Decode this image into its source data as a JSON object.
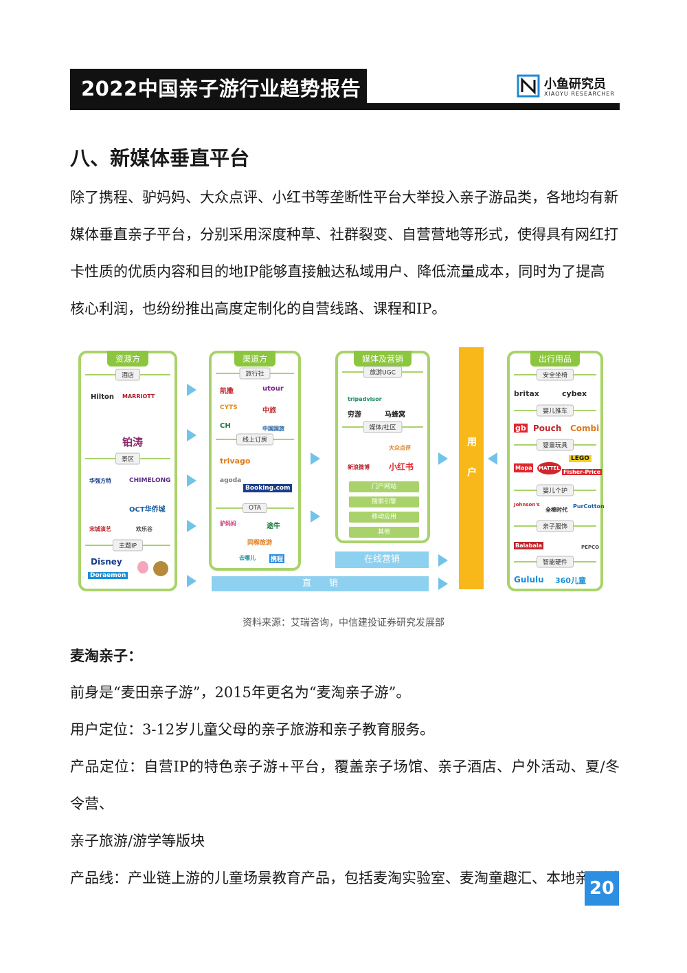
{
  "header": {
    "title": "2022中国亲子游行业趋势报告",
    "brand_name": "小鱼研究员",
    "brand_sub": "XIAOYU RESEARCHER"
  },
  "section_title": "八、新媒体垂直平台",
  "intro_lines": [
    "除了携程、驴妈妈、大众点评、小红书等垄断性平台大举投入亲子游品类，各地均有新",
    "媒体垂直亲子平台，分别采用深度种草、社群裂变、自营营地等形式，使得具有网红打",
    "卡性质的优质内容和目的地IP能够直接触达私域用户、降低流量成本，同时为了提高",
    "核心利润，也纷纷推出高度定制化的自营线路、课程和IP。"
  ],
  "diagram": {
    "resources": {
      "head": "资源方",
      "hotel": "酒店",
      "hotel_logos": [
        "Hilton",
        "MARRIOTT",
        "铂涛"
      ],
      "scenic": "景区",
      "scenic_logos": [
        "华强方特",
        "CHIMELONG",
        "OCT华侨城",
        "宋城演艺",
        "欢乐谷"
      ],
      "ip": "主题IP",
      "ip_logos": [
        "Disney",
        "Doraemon"
      ]
    },
    "channels": {
      "head": "渠道方",
      "agency": "旅行社",
      "agency_logos": [
        "凯撒",
        "utour",
        "CYTS",
        "中旅",
        "CH",
        "中国国旅"
      ],
      "online": "线上订房",
      "online_logos": [
        "trivago",
        "agoda",
        "Booking.com"
      ],
      "ota": "OTA",
      "ota_logos": [
        "驴妈妈",
        "途牛",
        "同程旅游",
        "去哪儿",
        "携程"
      ]
    },
    "media": {
      "head": "媒体及营销",
      "ugc": "旅游UGC",
      "ugc_logos": [
        "tripadvisor",
        "穷游",
        "马蜂窝"
      ],
      "community": "媒体/社区",
      "community_logos": [
        "新浪微博",
        "小红书",
        "大众点评"
      ],
      "tiles": [
        "门户网站",
        "搜索引擎",
        "移动应用",
        "其他"
      ]
    },
    "user": "用户",
    "products": {
      "head": "出行用品",
      "seat": "安全坐椅",
      "seat_logos": [
        "britax",
        "cybex"
      ],
      "stroller": "婴儿推车",
      "stroller_logos": [
        "gb",
        "Pouch",
        "Combi"
      ],
      "toys": "婴童玩具",
      "toys_logos": [
        "Mapa",
        "MATTEL",
        "LEGO",
        "Fisher-Price"
      ],
      "care": "婴儿个护",
      "care_logos": [
        "Johnson's",
        "全棉时代",
        "PurCotton"
      ],
      "clothing": "亲子服饰",
      "clothing_logos": [
        "Balabala",
        "PEPCO"
      ],
      "hardware": "智能硬件",
      "hardware_logos": [
        "Gululu",
        "360儿童"
      ]
    },
    "online_marketing": "在线营销",
    "direct_sales": "直　　销"
  },
  "caption": "资料来源：艾瑞咨询，中信建投证券研究发展部",
  "subheading": "麦淘亲子：",
  "body_lines": [
    "前身是“麦田亲子游”，2015年更名为“麦淘亲子游”。",
    "用户定位：3-12岁儿童父母的亲子旅游和亲子教育服务。",
    "产品定位：自营IP的特色亲子游+平台，覆盖亲子场馆、亲子酒店、户外活动、夏/冬令营、",
    "亲子旅游/游学等版块",
    "产品线：产业链上游的儿童场景教育产品，包括麦淘实验室、麦淘童趣汇、本地亲子活"
  ],
  "page_number": "20",
  "colors": {
    "accent_green": "#8cc63f",
    "accent_blue": "#72c3ea",
    "user_bar": "#f8b819",
    "page_badge": "#2d8fe2"
  }
}
